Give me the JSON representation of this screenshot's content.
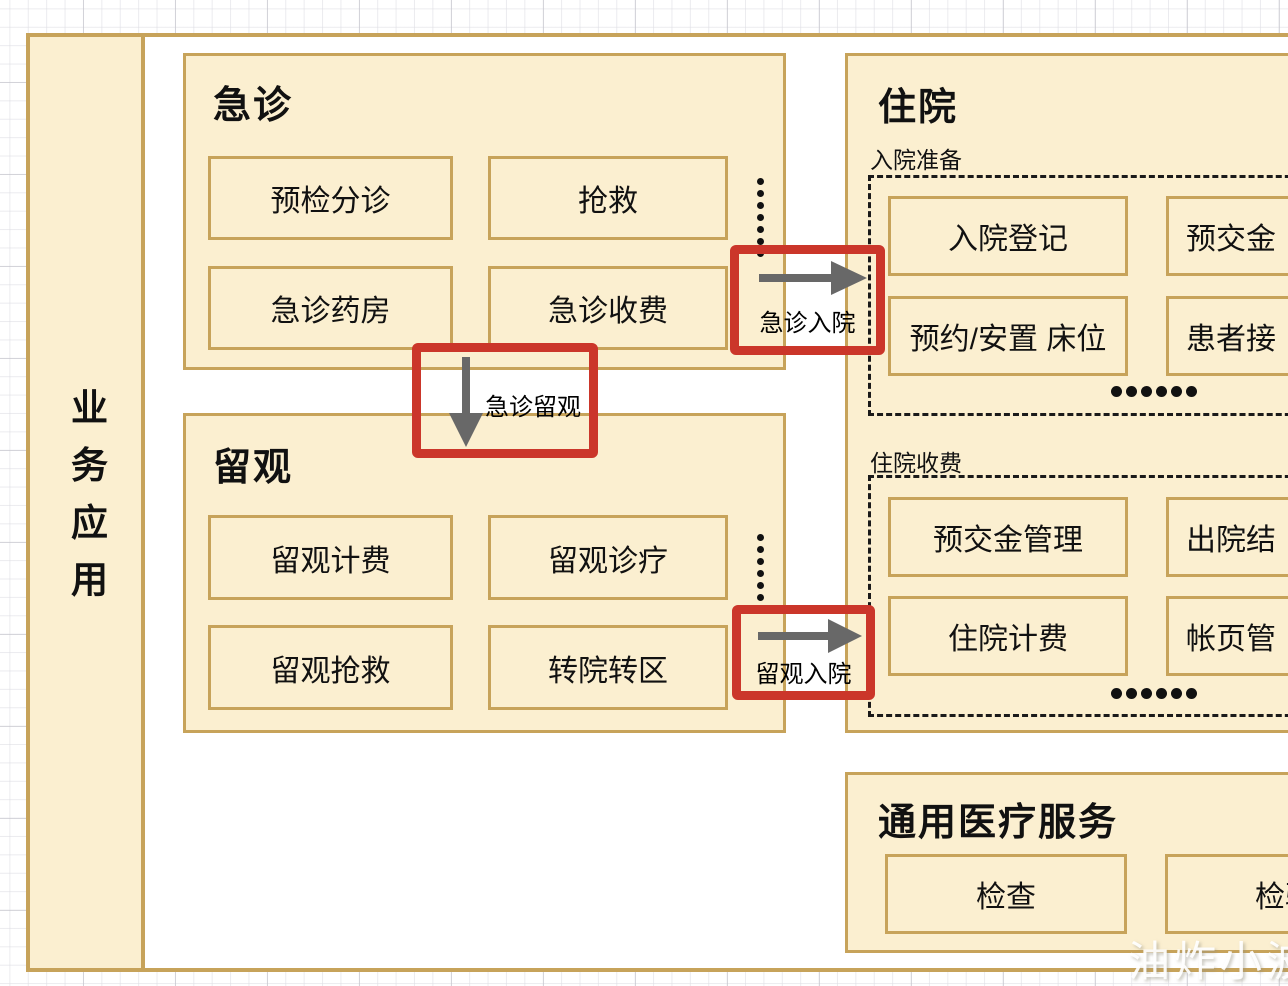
{
  "sidebar": {
    "label": "业务应用"
  },
  "emergency": {
    "title": "急诊",
    "items": [
      "预检分诊",
      "抢救",
      "急诊药房",
      "急诊收费"
    ],
    "more": "⋮"
  },
  "observation": {
    "title": "留观",
    "items": [
      "留观计费",
      "留观诊疗",
      "留观抢救",
      "转院转区"
    ],
    "more": "⋮"
  },
  "inpatient": {
    "title": "住院",
    "admission_prep": {
      "label": "入院准备",
      "items": [
        "入院登记",
        "预交金",
        "预约/安置 床位",
        "患者接"
      ],
      "more": "......"
    },
    "billing": {
      "label": "住院收费",
      "items": [
        "预交金管理",
        "出院结",
        "住院计费",
        "帐页管"
      ],
      "more": "......"
    }
  },
  "general_services": {
    "title": "通用医疗服务",
    "items": [
      "检查",
      "检验"
    ]
  },
  "connectors": {
    "emergency_to_inpatient": "急诊入院",
    "emergency_to_observation": "急诊留观",
    "observation_to_inpatient": "留观入院"
  },
  "watermark": "油炸小波",
  "colors": {
    "panel_fill": "#FBEFD0",
    "panel_border": "#C7A35A",
    "connector_red": "#CB362A",
    "arrow_gray": "#686868",
    "dashed_border": "#1A1A1A"
  }
}
